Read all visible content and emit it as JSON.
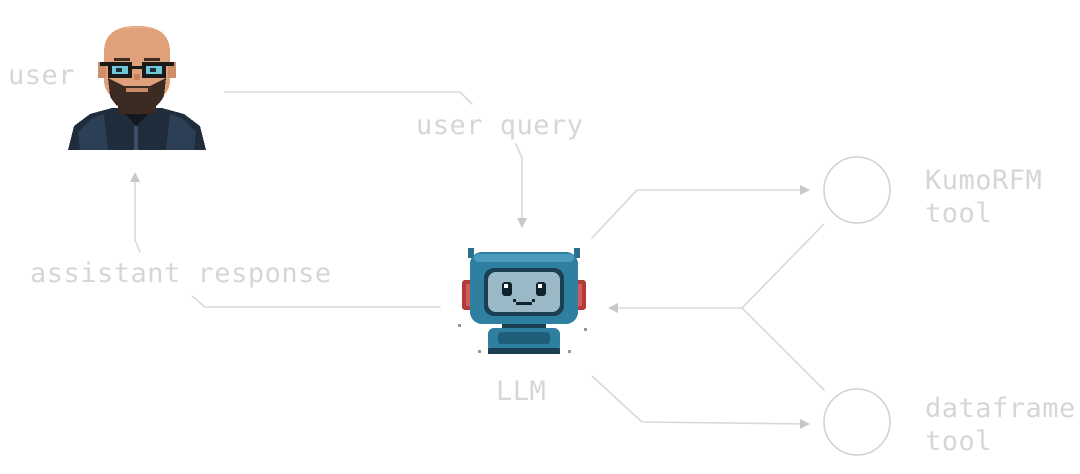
{
  "nodes": {
    "user": {
      "label": "user"
    },
    "llm": {
      "label": "LLM"
    },
    "kumo_tool": {
      "label_line1": "KumoRFM",
      "label_line2": "tool"
    },
    "dataframe_tool": {
      "label_line1": "dataframe",
      "label_line2": "tool"
    }
  },
  "edges": {
    "user_query": "user query",
    "assistant_response": "assistant response"
  },
  "colors": {
    "label_text": "#d6d6d6",
    "edge_stroke": "#d8d8d8",
    "robot_body": "#2f7fa0",
    "robot_face": "#9ab8c6",
    "user_jacket": "#1e2a3a",
    "user_skin": "#e0a07a"
  },
  "icons": {
    "user": "pixel-art-bearded-man-icon",
    "llm": "pixel-art-robot-icon"
  }
}
